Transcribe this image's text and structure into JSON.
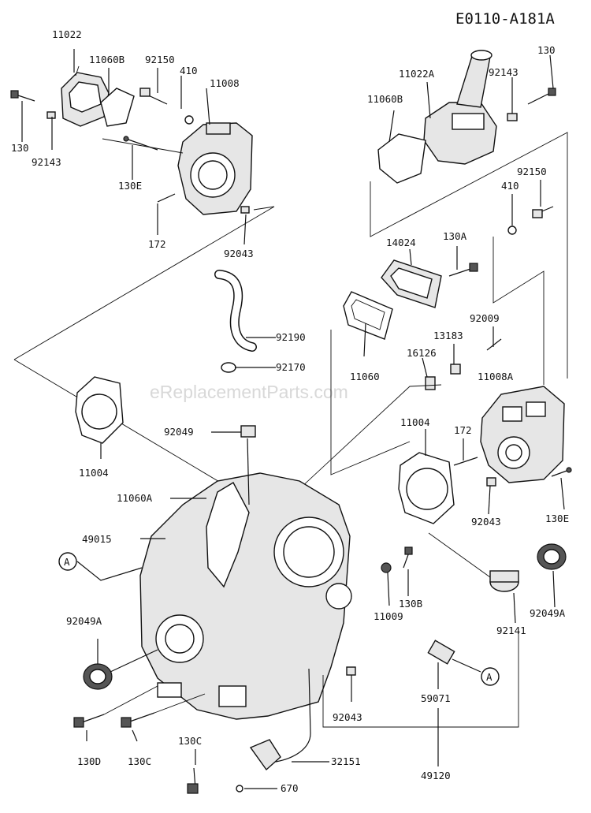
{
  "diagram": {
    "code": "E0110-A181A",
    "watermark": "eReplacementParts.com",
    "labels": {
      "p11022": "11022",
      "p11060B_left": "11060B",
      "p92150_left": "92150",
      "p410_left": "410",
      "p11008": "11008",
      "p130_left": "130",
      "p92143_left": "92143",
      "p130E_left": "130E",
      "p172_left": "172",
      "p92043_top": "92043",
      "p130_right": "130",
      "p11022A": "11022A",
      "p92143_right": "92143",
      "p11060B_right": "11060B",
      "p92150_right": "92150",
      "p410_right": "410",
      "p14024": "14024",
      "p130A": "130A",
      "p92009": "92009",
      "p92190": "92190",
      "p92170": "92170",
      "p13183": "13183",
      "p16126": "16126",
      "p11060": "11060",
      "p11008A": "11008A",
      "p92049": "92049",
      "p11004_left": "11004",
      "p11004_right": "11004",
      "p172_right": "172",
      "p11060A": "11060A",
      "p49015": "49015",
      "p92043_mid": "92043",
      "p130E_right": "130E",
      "p130B": "130B",
      "p11009": "11009",
      "p92049A_left": "92049A",
      "p92049A_right": "92049A",
      "p92141": "92141",
      "p59071": "59071",
      "p92043_low": "92043",
      "p130D": "130D",
      "p130C_low": "130C",
      "p130C_mid": "130C",
      "p32151": "32151",
      "p49120": "49120",
      "p670": "670",
      "ref_A_left": "A",
      "ref_A_right": "A"
    }
  }
}
